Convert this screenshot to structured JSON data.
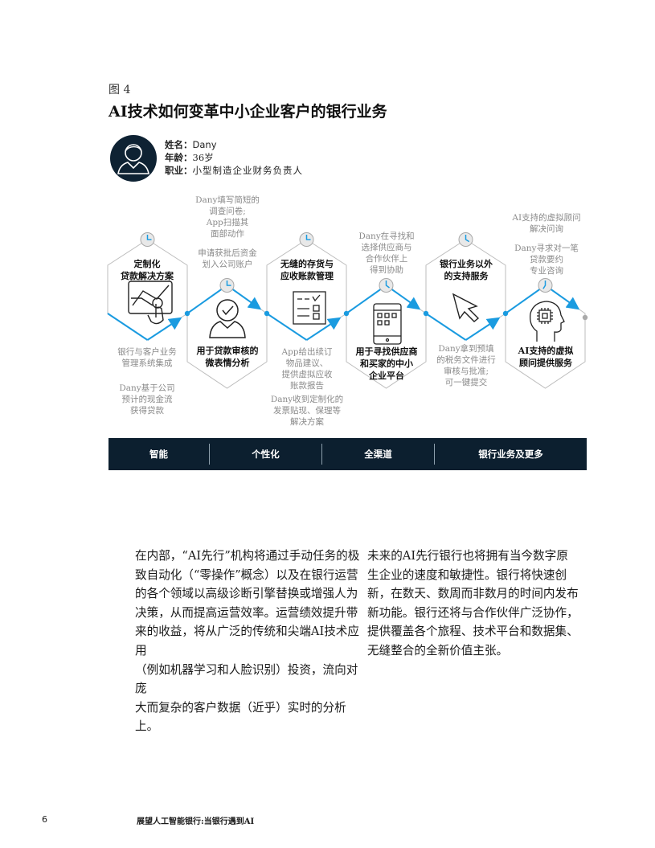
{
  "figure": {
    "label": "图 4",
    "title": "AI技术如何变革中小企业客户的银行业务"
  },
  "persona": {
    "name_label": "姓名：",
    "name": "Dany",
    "age_label": "年龄：",
    "age": "36岁",
    "job_label": "职业：",
    "job": "小型制造企业财务负责人"
  },
  "steps": [
    {
      "title": "定制化\n贷款解决方案",
      "icon": "touchscreen-chart-icon",
      "notes_below": [
        "银行与客户业务\n管理系统集成",
        "Dany基于公司\n预计的现金流\n获得贷款"
      ]
    },
    {
      "title": "用于贷款审核的\n微表情分析",
      "icon": "person-check-icon",
      "notes_above": [
        "Dany填写简短的\n调查问卷;\nApp扫描其\n面部动作",
        "申请获批后资金\n划入公司账户"
      ]
    },
    {
      "title": "无缝的存货与\n应收账款管理",
      "icon": "checklist-icon",
      "notes_below": [
        "App给出续订\n物品建议、\n提供虚拟应收\n账款报告",
        "Dany收到定制化的\n发票贴现、保理等\n解决方案"
      ]
    },
    {
      "title": "用于寻找供应商\n和买家的中小\n企业平台",
      "icon": "tablet-apps-icon",
      "notes_above": [
        "Dany在寻找和\n选择供应商与\n合作伙伴上\n得到协助"
      ]
    },
    {
      "title": "银行业务以外\n的支持服务",
      "icon": "cursor-arrow-icon",
      "notes_below": [
        "Dany拿到预填\n的税务文件进行\n审核与批准;\n可一键提交"
      ]
    },
    {
      "title": "AI支持的虚拟\n顾问提供服务",
      "icon": "ai-head-chip-icon",
      "notes_above": [
        "AI支持的虚拟顾问\n解决问询",
        "Dany寻求对一笔\n贷款要约\n专业咨询"
      ]
    }
  ],
  "band": [
    "智能",
    "个性化",
    "全渠道",
    "银行业务及更多"
  ],
  "body": {
    "left": "在内部，“AI先行”机构将通过手动任务的极\n致自动化（“零操作”概念）以及在银行运营\n的各个领域以高级诊断引擎替换或增强人为\n决策，从而提高运营效率。运营绩效提升带\n来的收益，将从广泛的传统和尖端AI技术应用\n（例如机器学习和人脸识别）投资，流向对庞\n大而复杂的客户数据（近乎）实时的分析上。",
    "right": "未来的AI先行银行也将拥有当今数字原\n生企业的速度和敏捷性。银行将快速创\n新，在数天、数周而非数月的时间内发布\n新功能。银行还将与合作伙伴广泛协作，\n提供覆盖各个旅程、技术平台和数据集、\n无缝整合的全新价值主张。"
  },
  "footer": {
    "page_number": "6",
    "title": "展望人工智能银行:当银行遇到AI"
  },
  "colors": {
    "accent_blue": "#1a9be0",
    "navy": "#0c1f2f",
    "hex_gray": "#bdbdbd",
    "note_gray": "#8a8a8a"
  }
}
